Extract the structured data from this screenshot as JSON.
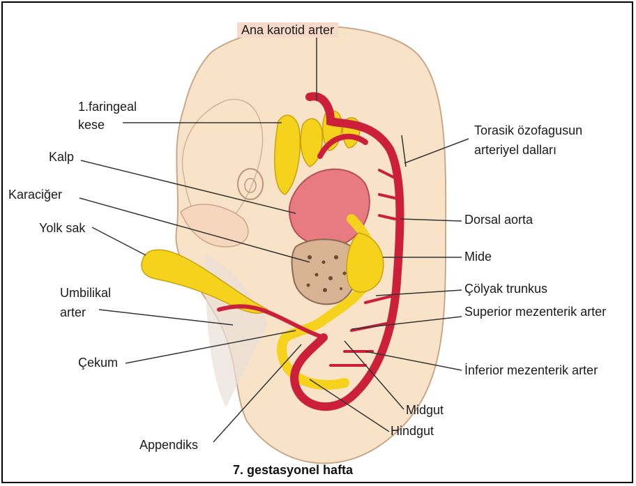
{
  "caption": "7. gestasyonel hafta",
  "labels": {
    "ana_karotid": "Ana karotid arter",
    "faringeal_1": "1.faringeal",
    "faringeal_2": "kese",
    "kalp": "Kalp",
    "karaciger": "Karaciğer",
    "yolk_sak": "Yolk sak",
    "umbilikal_1": "Umbilikal",
    "umbilikal_2": "arter",
    "cekum": "Çekum",
    "appendiks": "Appendiks",
    "torasik_1": "Torasik özofagusun",
    "torasik_2": "arteriyel dalları",
    "dorsal_aorta": "Dorsal aorta",
    "mide": "Mide",
    "colyak": "Çölyak trunkus",
    "superior": "Superior mezenterik arter",
    "inferior": "İnferior mezenterik arter",
    "midgut": "Midgut",
    "hindgut": "Hindgut"
  },
  "colors": {
    "embryo_skin": "#f8e3c8",
    "artery": "#cc1f3a",
    "gut": "#f5d21c",
    "heart": "#e87a82",
    "liver": "#d8b394",
    "leader_line": "#333333"
  }
}
